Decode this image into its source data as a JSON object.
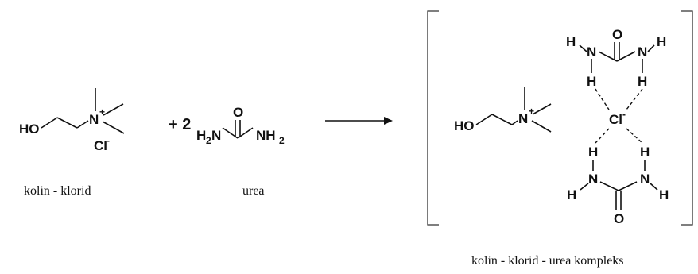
{
  "reactant1": {
    "ho": "HO",
    "n": "N",
    "n_charge": "+",
    "counterion": "Cl",
    "counterion_charge": "-",
    "caption": "kolin - klorid"
  },
  "operator": "+ 2",
  "reactant2": {
    "o": "O",
    "h2n_h": "H",
    "h2n_sub": "2",
    "h2n_n": "N",
    "nh2_n": "NH",
    "nh2_sub": "2",
    "caption": "urea"
  },
  "product": {
    "ho": "HO",
    "n": "N",
    "n_charge": "+",
    "chloride": "Cl",
    "chloride_charge": "-",
    "o": "O",
    "n_atom": "N",
    "h_atom": "H",
    "caption": "kolin - klorid - urea kompleks"
  }
}
